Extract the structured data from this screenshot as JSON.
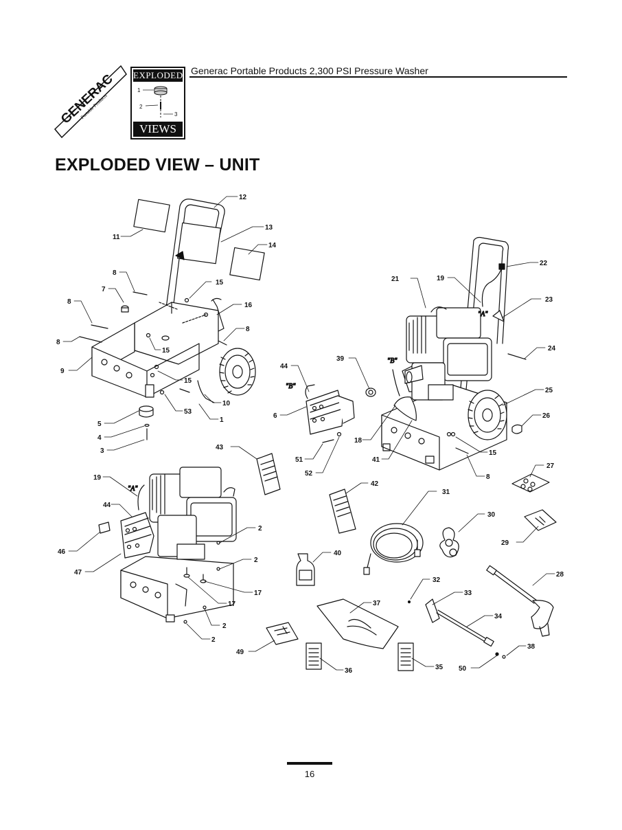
{
  "header": {
    "brand": "GENERAC",
    "brand_sub": "Portable Products",
    "badge_top": "EXPLODED",
    "badge_bottom": "VIEWS",
    "badge_callouts": [
      "1",
      "2",
      "3"
    ],
    "title": "Generac Portable Products 2,300 PSI Pressure Washer"
  },
  "page_title": "EXPLODED VIEW – UNIT",
  "view_markers": {
    "a": "\"A\"",
    "b": "\"B\""
  },
  "callouts": [
    "12",
    "13",
    "11",
    "14",
    "8",
    "15",
    "7",
    "16",
    "8",
    "8",
    "8",
    "9",
    "15",
    "15",
    "10",
    "53",
    "5",
    "4",
    "3",
    "1",
    "22",
    "21",
    "19",
    "23",
    "24",
    "39",
    "44",
    "6",
    "25",
    "26",
    "51",
    "52",
    "18",
    "41",
    "15",
    "8",
    "43",
    "19",
    "44",
    "46",
    "47",
    "2",
    "2",
    "17",
    "17",
    "2",
    "2",
    "42",
    "31",
    "30",
    "27",
    "29",
    "40",
    "32",
    "33",
    "28",
    "37",
    "34",
    "38",
    "49",
    "36",
    "35",
    "50"
  ],
  "page_number": "16"
}
